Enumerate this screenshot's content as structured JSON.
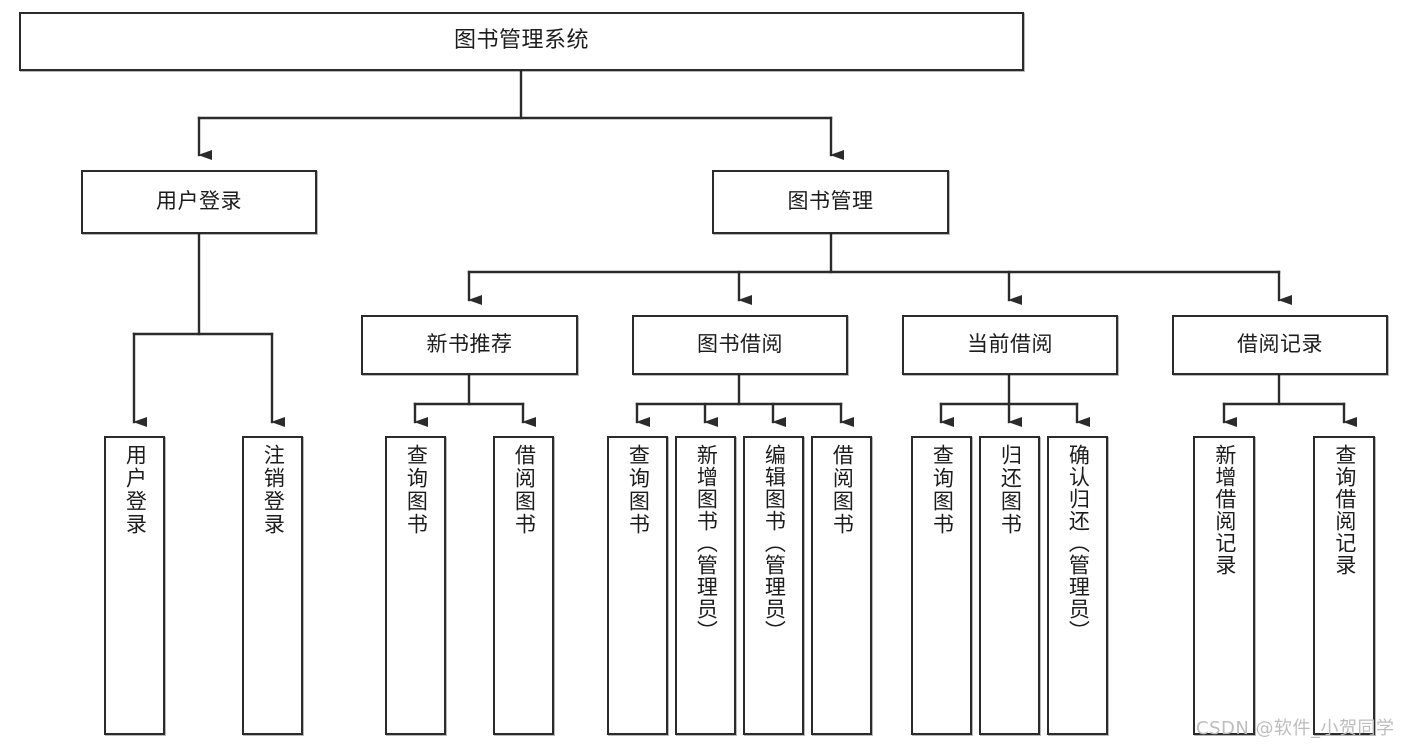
{
  "diagram": {
    "title": "图书管理系统",
    "type": "tree",
    "orientation": "top-down",
    "colors": {
      "background": "#ffffff",
      "box_border": "#2b2b2b",
      "box_fill": "#ffffff",
      "text": "#1c1c1c",
      "connector": "#2b2b2b",
      "watermark": "#bdbdbd"
    },
    "watermark": "CSDN @软件_小贺同学",
    "nodes": {
      "root": {
        "label": "图书管理系统"
      },
      "level1": [
        {
          "label": "用户登录"
        },
        {
          "label": "图书管理"
        }
      ],
      "level2": [
        {
          "label": "新书推荐"
        },
        {
          "label": "图书借阅"
        },
        {
          "label": "当前借阅"
        },
        {
          "label": "借阅记录"
        }
      ],
      "leaves": {
        "user_login": [
          {
            "label": "用户登录"
          },
          {
            "label": "注销登录"
          }
        ],
        "new_book_recommend": [
          {
            "label": "查询图书"
          },
          {
            "label": "借阅图书"
          }
        ],
        "book_borrow": [
          {
            "label": "查询图书"
          },
          {
            "label": "新增图书（管理员）"
          },
          {
            "label": "编辑图书（管理员）"
          },
          {
            "label": "借阅图书"
          }
        ],
        "current_borrow": [
          {
            "label": "查询图书"
          },
          {
            "label": "归还图书"
          },
          {
            "label": "确认归还（管理员）"
          }
        ],
        "borrow_record": [
          {
            "label": "新增借阅记录"
          },
          {
            "label": "查询借阅记录"
          }
        ]
      }
    }
  }
}
